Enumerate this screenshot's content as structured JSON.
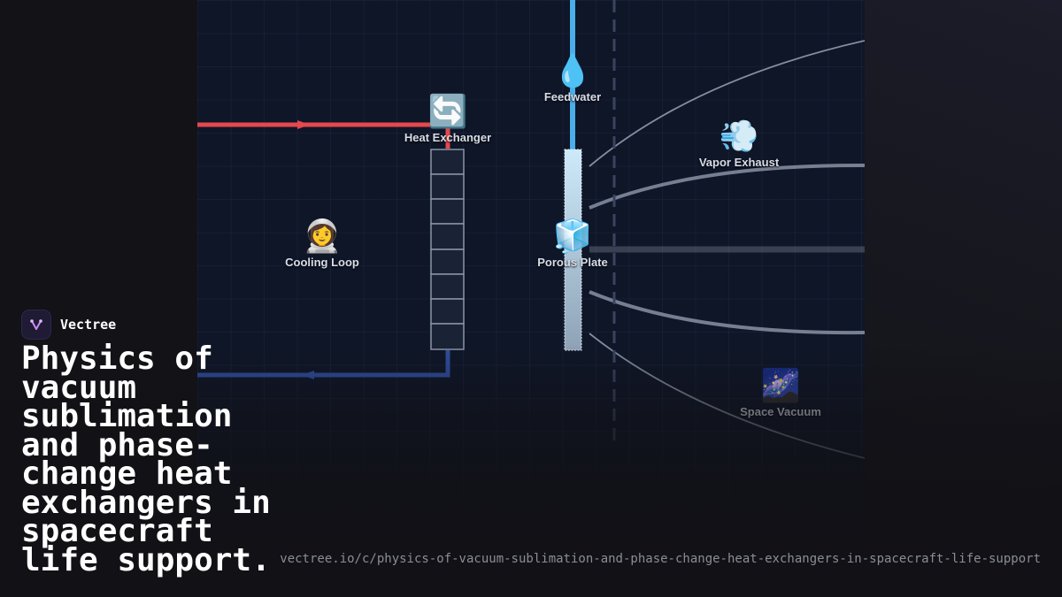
{
  "diagram": {
    "nodes": [
      {
        "id": "heat-exchanger",
        "emoji": "🔄",
        "label": "Heat Exchanger"
      },
      {
        "id": "feedwater",
        "emoji": "💧",
        "label": "Feedwater"
      },
      {
        "id": "vapor-exhaust",
        "emoji": "💨",
        "label": "Vapor Exhaust"
      },
      {
        "id": "cooling-loop",
        "emoji": "👩‍🚀",
        "label": "Cooling Loop"
      },
      {
        "id": "porous-plate",
        "emoji": "🧊",
        "label": "Porous Plate"
      },
      {
        "id": "space-vacuum",
        "emoji": "🌌",
        "label": "Space Vacuum"
      }
    ],
    "colors": {
      "hot_line": "#e5484d",
      "cold_line": "#2f4fa0",
      "water_line": "#4aaee8",
      "vapor_curve": "#9aa3b5"
    }
  },
  "brand": {
    "name": "Vectree",
    "logo_icon": "vectree-logo-icon"
  },
  "headline": "Physics of vacuum sublimation and phase-change heat exchangers in spacecraft life support.",
  "url": "vectree.io/c/physics-of-vacuum-sublimation-and-phase-change-heat-exchangers-in-spacecraft-life-support"
}
